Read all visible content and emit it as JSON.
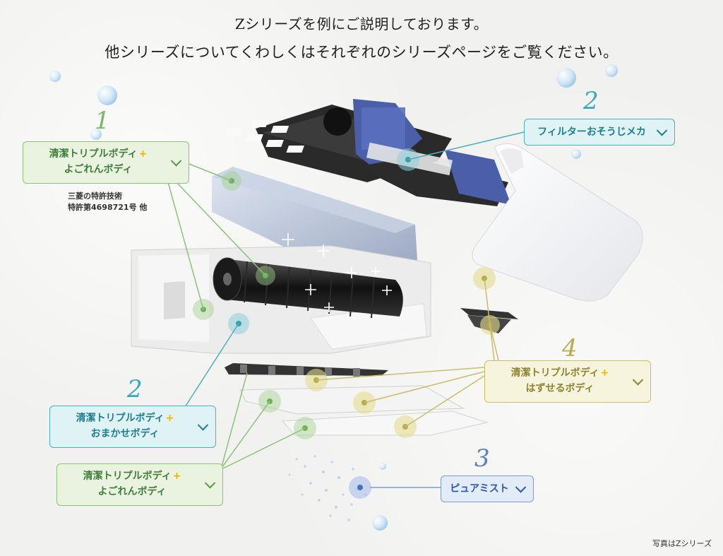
{
  "header": {
    "line1": "Zシリーズを例にご説明しております。",
    "line2": "他シリーズについてくわしくはそれぞれのシリーズページをご覧ください。"
  },
  "callouts": [
    {
      "number": "1",
      "line1": "清潔トリプルボディ",
      "line2": "よごれんボディ",
      "color": "#79b86a"
    },
    {
      "number": "2",
      "line1": "フィルターおそうじメカ",
      "color": "#39a9b8"
    },
    {
      "number": "2",
      "line1": "清潔トリプルボディ",
      "line2": "おまかせボディ",
      "color": "#39a9b8"
    },
    {
      "line1": "清潔トリプルボディ",
      "line2": "よごれんボディ",
      "color": "#79b86a"
    },
    {
      "number": "4",
      "line1": "清潔トリプルボディ",
      "line2": "はずせるボディ",
      "color": "#b9ab4e"
    },
    {
      "number": "3",
      "line1": "ピュアミスト",
      "color": "#5d7fc1"
    }
  ],
  "plus_mark": "+",
  "patent": {
    "line1": "三菱の特許技術",
    "line2": "特許第4698721号 他"
  },
  "caption": "写真はZシリーズ",
  "icons": {
    "chevron": "chevron-down-icon"
  }
}
